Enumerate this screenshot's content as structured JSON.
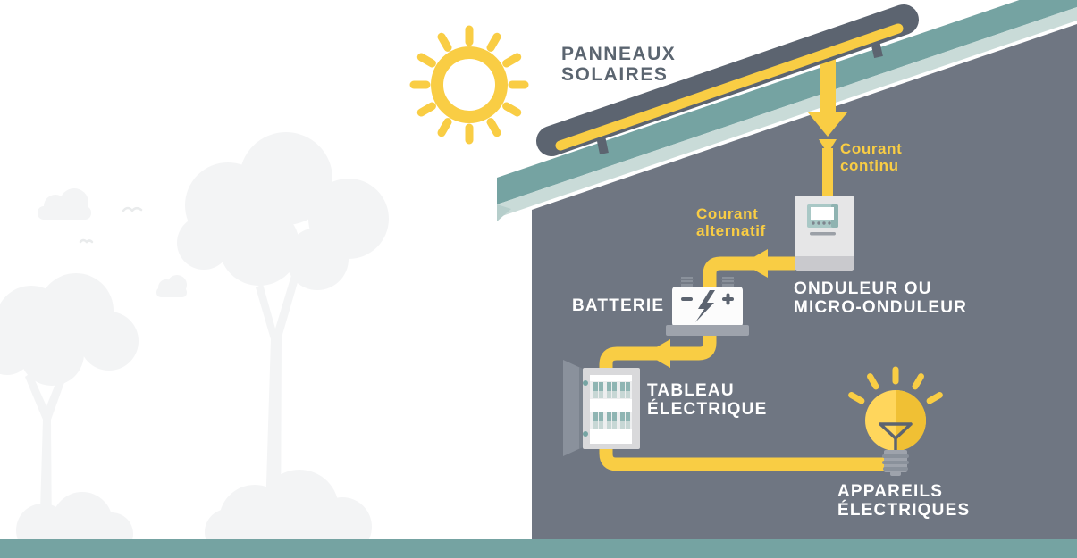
{
  "diagram_title": "PANNEAUX SOLAIRES",
  "labels": {
    "solar_panels": {
      "line1": "PANNEAUX",
      "line2": "SOLAIRES"
    },
    "dc_current": {
      "line1": "Courant",
      "line2": "continu"
    },
    "ac_current": {
      "line1": "Courant",
      "line2": "alternatif"
    },
    "inverter": {
      "line1": "ONDULEUR OU",
      "line2": "MICRO-ONDULEUR"
    },
    "battery": {
      "label": "BATTERIE"
    },
    "breaker_panel": {
      "line1": "TABLEAU",
      "line2": "ÉLECTRIQUE"
    },
    "appliances": {
      "line1": "APPAREILS",
      "line2": "ÉLECTRIQUES"
    }
  },
  "flow_sequence": [
    "panneaux-solaires",
    "courant-continu",
    "onduleur-ou-micro-onduleur",
    "courant-alternatif",
    "batterie",
    "tableau-electrique",
    "appareils-electriques"
  ],
  "colors": {
    "accent_yellow": "#F9CD44",
    "house_wall_gray": "#6F7682",
    "dark_slate": "#5C6470",
    "roof_teal": "#75A3A2",
    "roof_fascia_light_teal": "#C9DBD8",
    "ground_teal": "#75A3A2",
    "background_white": "#FFFFFF",
    "tree_silhouette_gray": "#F3F4F5",
    "label_white": "#FFFFFF",
    "label_gray": "#5B6570",
    "inverter_body": "#E6E6E7",
    "inverter_screen_teal": "#A9C8C6",
    "device_metal_gray": "#9EA3AC"
  },
  "icons": {
    "sun-icon": "sun ring with 12 rays",
    "solar-panel-icon": "tilted panel bar with yellow stripe",
    "house-icon": "gray house wall with teal sloped roof",
    "inverter-icon": "wall box with teal display screen",
    "battery-icon": "battery with - lightning + symbols",
    "breaker-panel-icon": "open fuse box with breaker switches",
    "lightbulb-icon": "glowing light bulb",
    "tree-icon": "background tree silhouette",
    "cloud-icon": "background cloud silhouette",
    "bird-icon": "background bird silhouette",
    "arrow-icon": "yellow flow arrow"
  }
}
